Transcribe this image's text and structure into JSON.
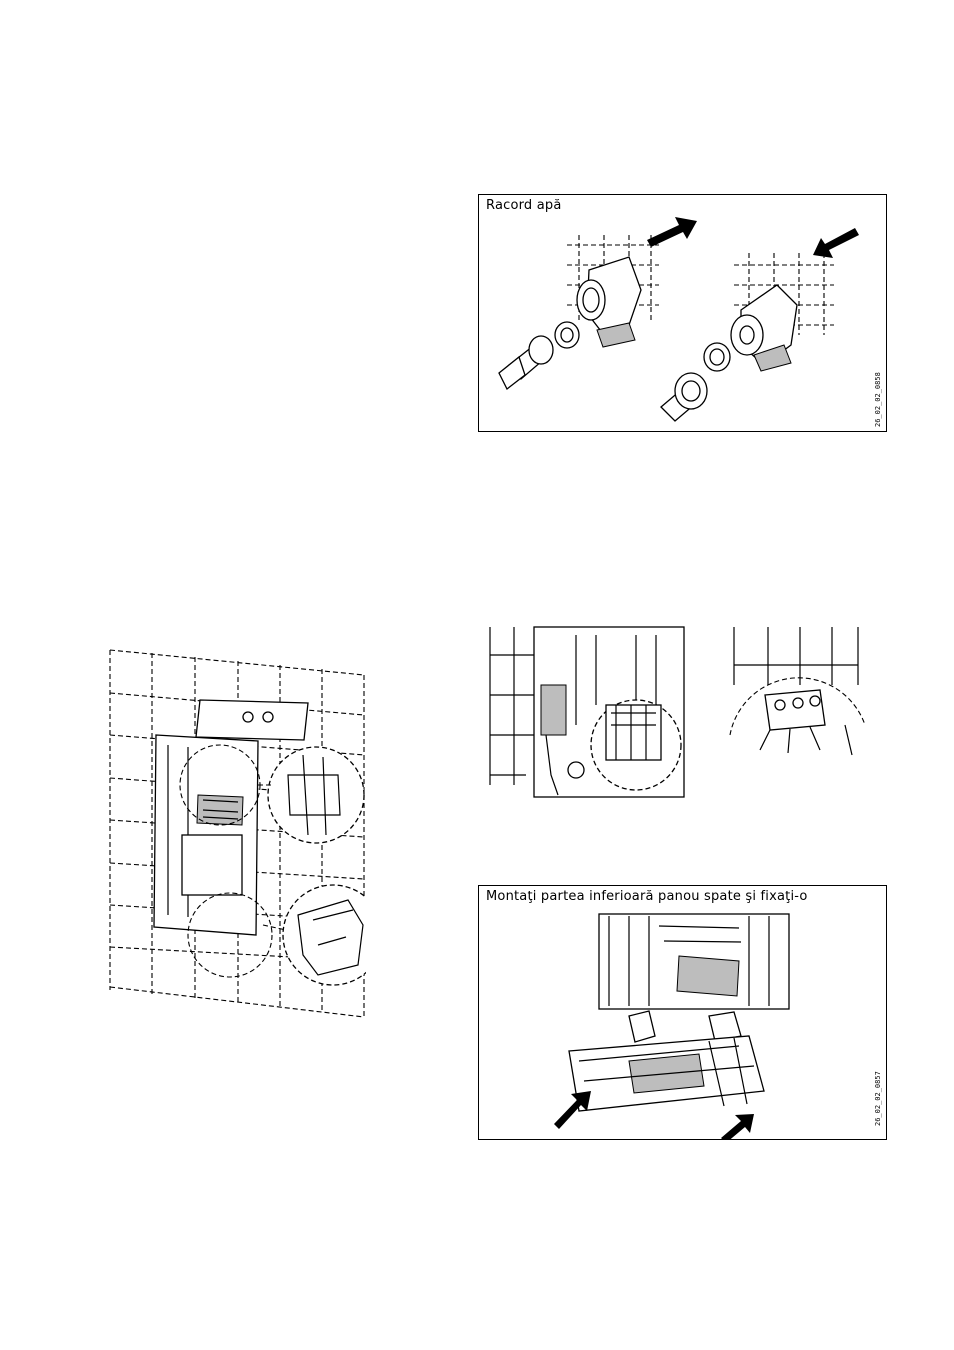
{
  "figures": {
    "water_connection": {
      "caption": "Racord apă",
      "code": "26_02_02_0858"
    },
    "mount_back_panel": {
      "caption": "Montaţi partea inferioară panou spate şi fixaţi-o",
      "code": "26_02_02_0857"
    }
  }
}
